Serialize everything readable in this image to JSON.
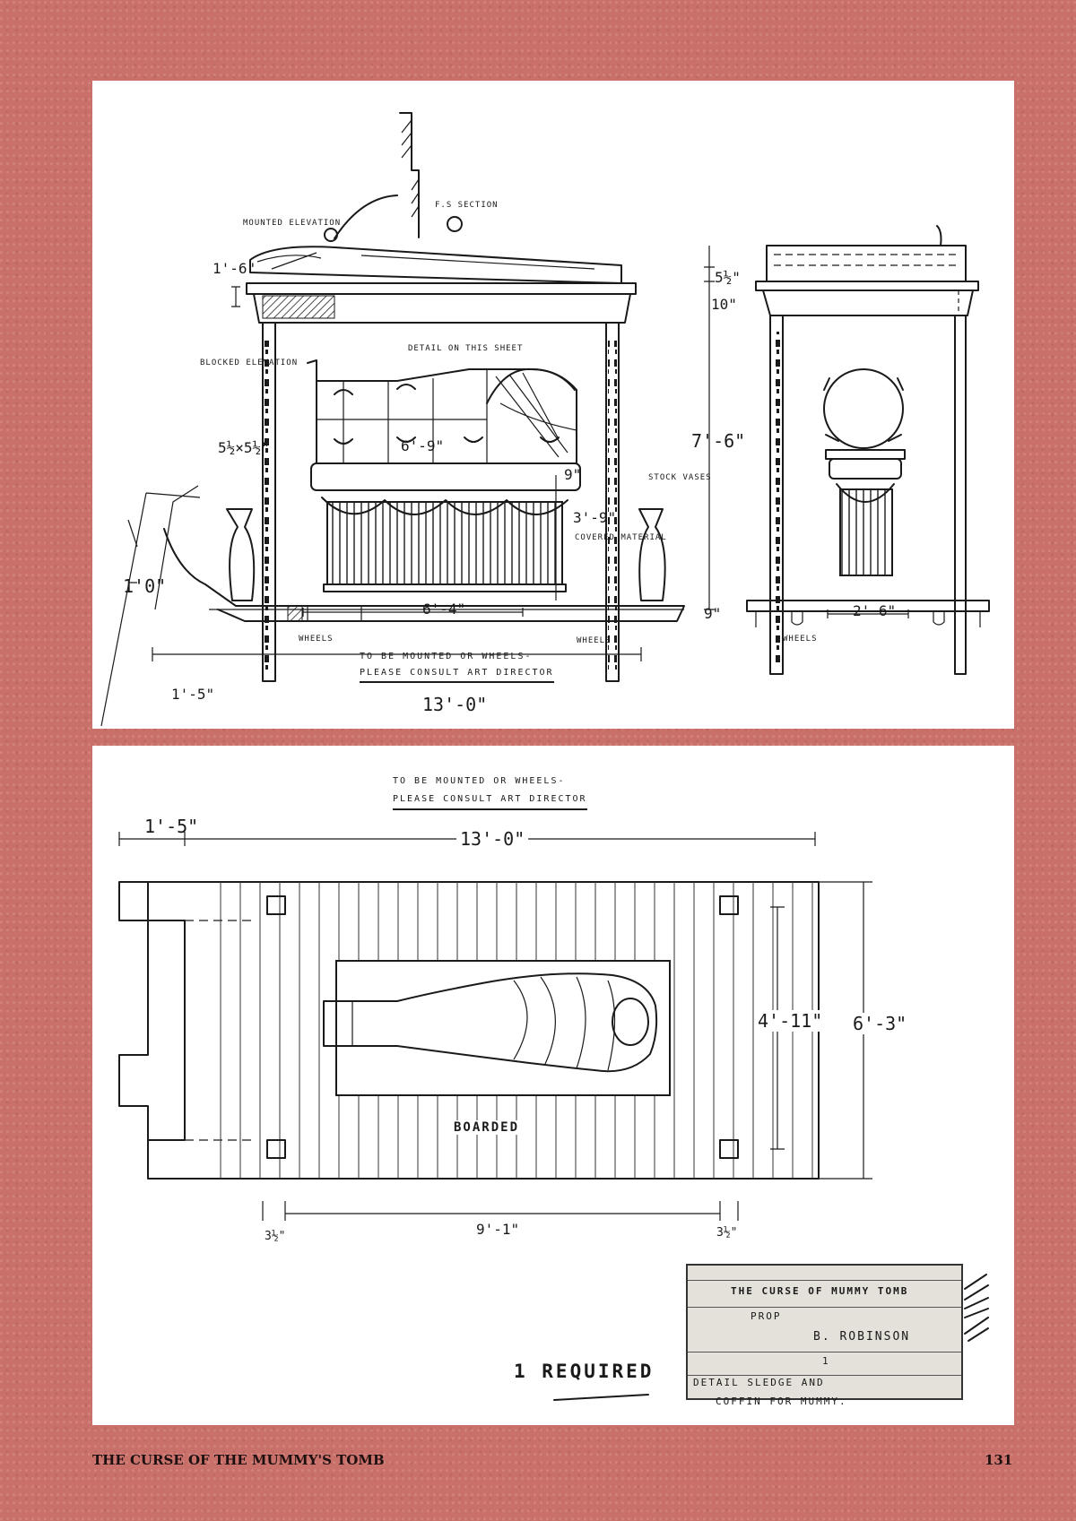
{
  "top_drawing": {
    "labels": {
      "mounted_elevation": "MOUNTED ELEVATION",
      "fs_section": "F.S SECTION",
      "detail_on_this_sheet": "DETAIL ON THIS SHEET",
      "blocked_elevation": "BLOCKED ELEVATION",
      "stock_vases": "STOCK VASES",
      "covered_material": "COVERED MATERIAL",
      "wheels_left": "WHEELS",
      "wheels_mid": "WHEELS",
      "wheels_right": "WHEELS",
      "mount_note_line1": "TO BE MOUNTED OR WHEELS-",
      "mount_note_line2": "PLEASE CONSULT ART DIRECTOR"
    },
    "dimensions": {
      "canopy_height": "1'-6\"",
      "side_5_5": "5½\"",
      "side_10": "10\"",
      "total_height": "7'-6\"",
      "base_9": "9\"",
      "bier_height": "3'-9\"",
      "bier_top": "9\"",
      "coffin_width": "6'-9\"",
      "post_width": "5½×5½\"",
      "prow_height": "1'0\"",
      "platform_length": "6'-4\"",
      "overhang": "1'-5\"",
      "overall_length": "13'-0\"",
      "side_width": "2'-6\""
    }
  },
  "bottom_drawing": {
    "labels": {
      "mount_note_line1": "TO BE MOUNTED OR WHEELS-",
      "mount_note_line2": "PLEASE CONSULT ART DIRECTOR",
      "boarded": "BOARDED",
      "required": "1 REQUIRED"
    },
    "dimensions": {
      "overhang": "1'-5\"",
      "overall_length": "13'-0\"",
      "inner_width": "4'-11\"",
      "overall_width": "6'-3\"",
      "inner_length": "9'-1\"",
      "left_post": "3½\"",
      "right_post": "3½\""
    },
    "title_block": {
      "film": "THE CURSE OF MUMMY TOMB",
      "item": "PROP",
      "artist": "B. ROBINSON",
      "mark": "1",
      "desc_line1": "DETAIL SLEDGE AND",
      "desc_line2": "COFFIN FOR MUMMY."
    }
  },
  "footer": {
    "title": "THE CURSE OF THE MUMMY'S TOMB",
    "page_number": "131"
  }
}
